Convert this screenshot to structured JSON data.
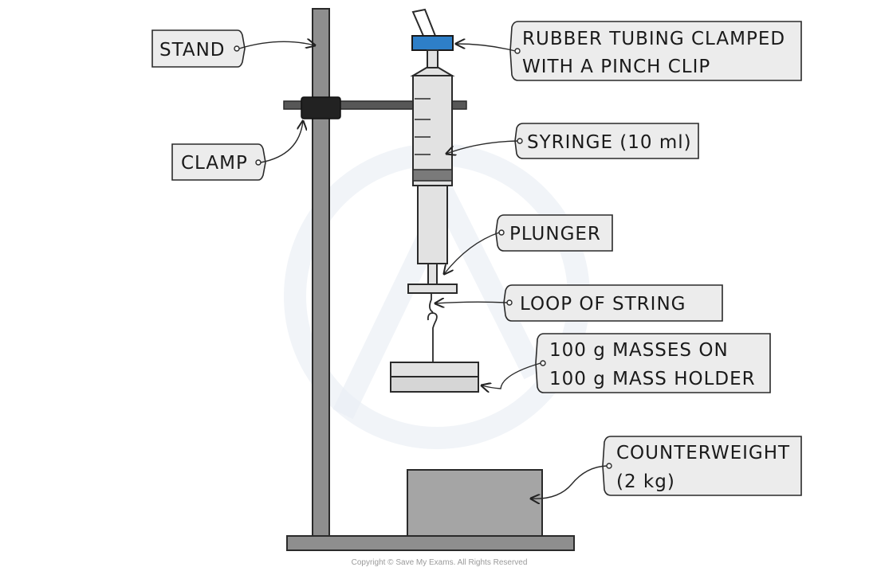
{
  "labels": {
    "stand": "STAND",
    "clamp": "CLAMP",
    "rubber_tubing_line1": "RUBBER  TUBING  CLAMPED",
    "rubber_tubing_line2": "WITH  A   PINCH  CLIP",
    "syringe": "SYRINGE  (10 ml)",
    "plunger": "PLUNGER",
    "loop_of_string": "LOOP  OF   STRING",
    "masses_line1": "100 g  MASSES  ON",
    "masses_line2": "100 g  MASS  HOLDER",
    "counterweight_line1": "COUNTERWEIGHT",
    "counterweight_line2": "(2 kg)"
  },
  "copyright": "Copyright © Save My Exams. All Rights Reserved",
  "colors": {
    "pinch_clip": "#2e7fc8",
    "metal": "#8e8e8e",
    "dark": "#2f2f2f",
    "clamp_block": "#222222",
    "label_fill": "#ececec",
    "syringe_fill": "#e2e2e2"
  }
}
